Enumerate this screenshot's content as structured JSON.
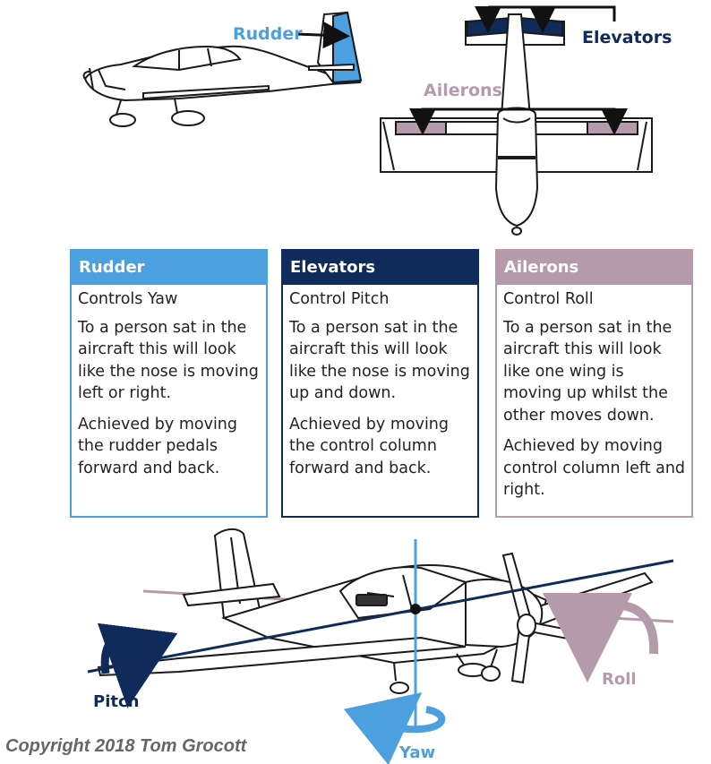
{
  "colors": {
    "rudder": "#4da0e0",
    "elevators": "#0f2b5a",
    "ailerons": "#b59aab",
    "outline": "#1a1a1a",
    "copyright": "#666666"
  },
  "top_labels": {
    "rudder": "Rudder",
    "elevators": "Elevators",
    "ailerons": "Ailerons"
  },
  "cards": [
    {
      "title": "Rudder",
      "subtitle": "Controls Yaw",
      "description": "To a person sat in the aircraft this will look like the nose is moving left or right.",
      "method": "Achieved by moving the rudder pedals forward and back."
    },
    {
      "title": "Elevators",
      "subtitle": "Control Pitch",
      "description": "To a person sat in the aircraft this will look like the nose is moving up and down.",
      "method": "Achieved by moving the control column forward and back."
    },
    {
      "title": "Ailerons",
      "subtitle": "Control Roll",
      "description": "To a person sat in the aircraft this will look like one wing is moving up whilst the other moves down.",
      "method": "Achieved by moving control column left and right."
    }
  ],
  "axes": {
    "pitch": "Pitch",
    "yaw": "Yaw",
    "roll": "Roll"
  },
  "copyright": "Copyright 2018 Tom Grocott"
}
